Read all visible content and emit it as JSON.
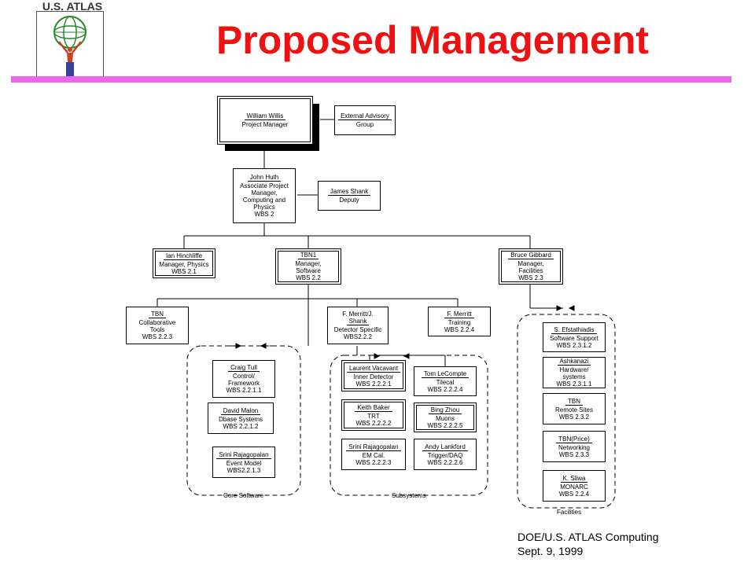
{
  "logo": {
    "text": "U.S. ATLAS",
    "icon": "atlas-figure-holding-globe"
  },
  "slide": {
    "title": "Proposed Management"
  },
  "footer": {
    "line1": "DOE/U.S. ATLAS Computing",
    "line2": "Sept. 9, 1999"
  },
  "colors": {
    "title": "#ee1111",
    "rule": "#ee66ee"
  },
  "org": {
    "pm": [
      "William Willis",
      "Project Manager"
    ],
    "advisory": [
      "External Advisory",
      "Group"
    ],
    "assoc": [
      "John Huth",
      "Associate Project",
      "Manager,",
      "Computing and",
      "Physics",
      "WBS 2"
    ],
    "deputy": [
      "James Shank",
      "Deputy"
    ],
    "physics": [
      "Ian Hinchliffe",
      "Manager, Physics",
      "WBS 2.1"
    ],
    "software": [
      "TBN1",
      "Manager,",
      "Software",
      "WBS 2.2"
    ],
    "facilities": [
      "Bruce Gibbard",
      "Manager,",
      "Facilities",
      "WBS 2.3"
    ],
    "collab": [
      "TBN",
      "Collaborative",
      "Tools",
      "WBS 2.2.3"
    ],
    "detector": [
      "F. Merritt/J.",
      "Shank",
      "Detector Specific",
      "WBS2.2.2"
    ],
    "training": [
      "F. Merritt",
      "Training",
      "WBS 2.2.4"
    ],
    "control": [
      "Craig Tull",
      "Control/",
      "Framework",
      "WBS 2.2.1.1"
    ],
    "dbase": [
      "David Malon",
      "Dbase Systems",
      "WBS 2.2.1.2"
    ],
    "event": [
      "Srini Rajagopalan",
      "Event Model",
      "WBS2.2.1.3"
    ],
    "inner": [
      "Laurent Vacavant",
      "Inner Detector",
      "WBS 2.2.2.1"
    ],
    "trt": [
      "Keith Baker",
      "TRT",
      "WBS 2.2.2.2"
    ],
    "emcal": [
      "Srini Rajagopalan",
      "EM Cal.",
      "WBS 2.2.2.3"
    ],
    "tilecal": [
      "Tom LeCompte",
      "Tilecal",
      "WBS 2.2.2.4"
    ],
    "muons": [
      "Bing Zhou",
      "Muons",
      "WBS 2.2.2.5"
    ],
    "trigger": [
      "Andy Lankford",
      "Trigger/DAQ",
      "WBS 2.2.2.6"
    ],
    "swsupport": [
      "S. Efstathiadis",
      "Software Support",
      "WBS 2.3.1.2"
    ],
    "hardware": [
      "Ashkanazi",
      "Hardware/",
      "systems",
      "WBS 2.3.1.1"
    ],
    "remote": [
      "TBN",
      "Remote Sites",
      "WBS 2.3.2"
    ],
    "networking": [
      "TBN(Price)",
      "Networking",
      "WBS 2.3.3"
    ],
    "monarc": [
      "K. Sliwa",
      "MONARC",
      "WBS 2.2.4"
    ]
  },
  "groups": {
    "core": "Core Software",
    "subsystems": "Subsystems",
    "facilities": "Facilities"
  }
}
